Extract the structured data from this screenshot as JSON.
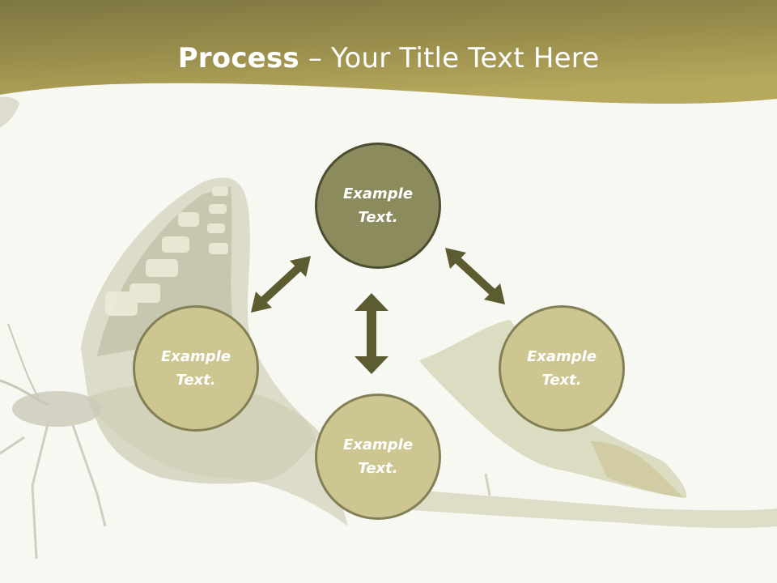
{
  "slide": {
    "title_bold": "Process",
    "title_rest": " – Your Title Text Here"
  },
  "nodes": {
    "top": {
      "line1": "Example",
      "line2": "Text."
    },
    "left": {
      "line1": "Example",
      "line2": "Text."
    },
    "right": {
      "line1": "Example",
      "line2": "Text."
    },
    "bottom": {
      "line1": "Example",
      "line2": "Text."
    }
  },
  "colors": {
    "header_dark": "#7a7440",
    "header_light": "#b3a55a",
    "node_dark": "#8c8b5e",
    "node_light": "#cdc691",
    "arrow": "#5c5c30"
  },
  "background_motif": "butterfly-and-chrysalis"
}
